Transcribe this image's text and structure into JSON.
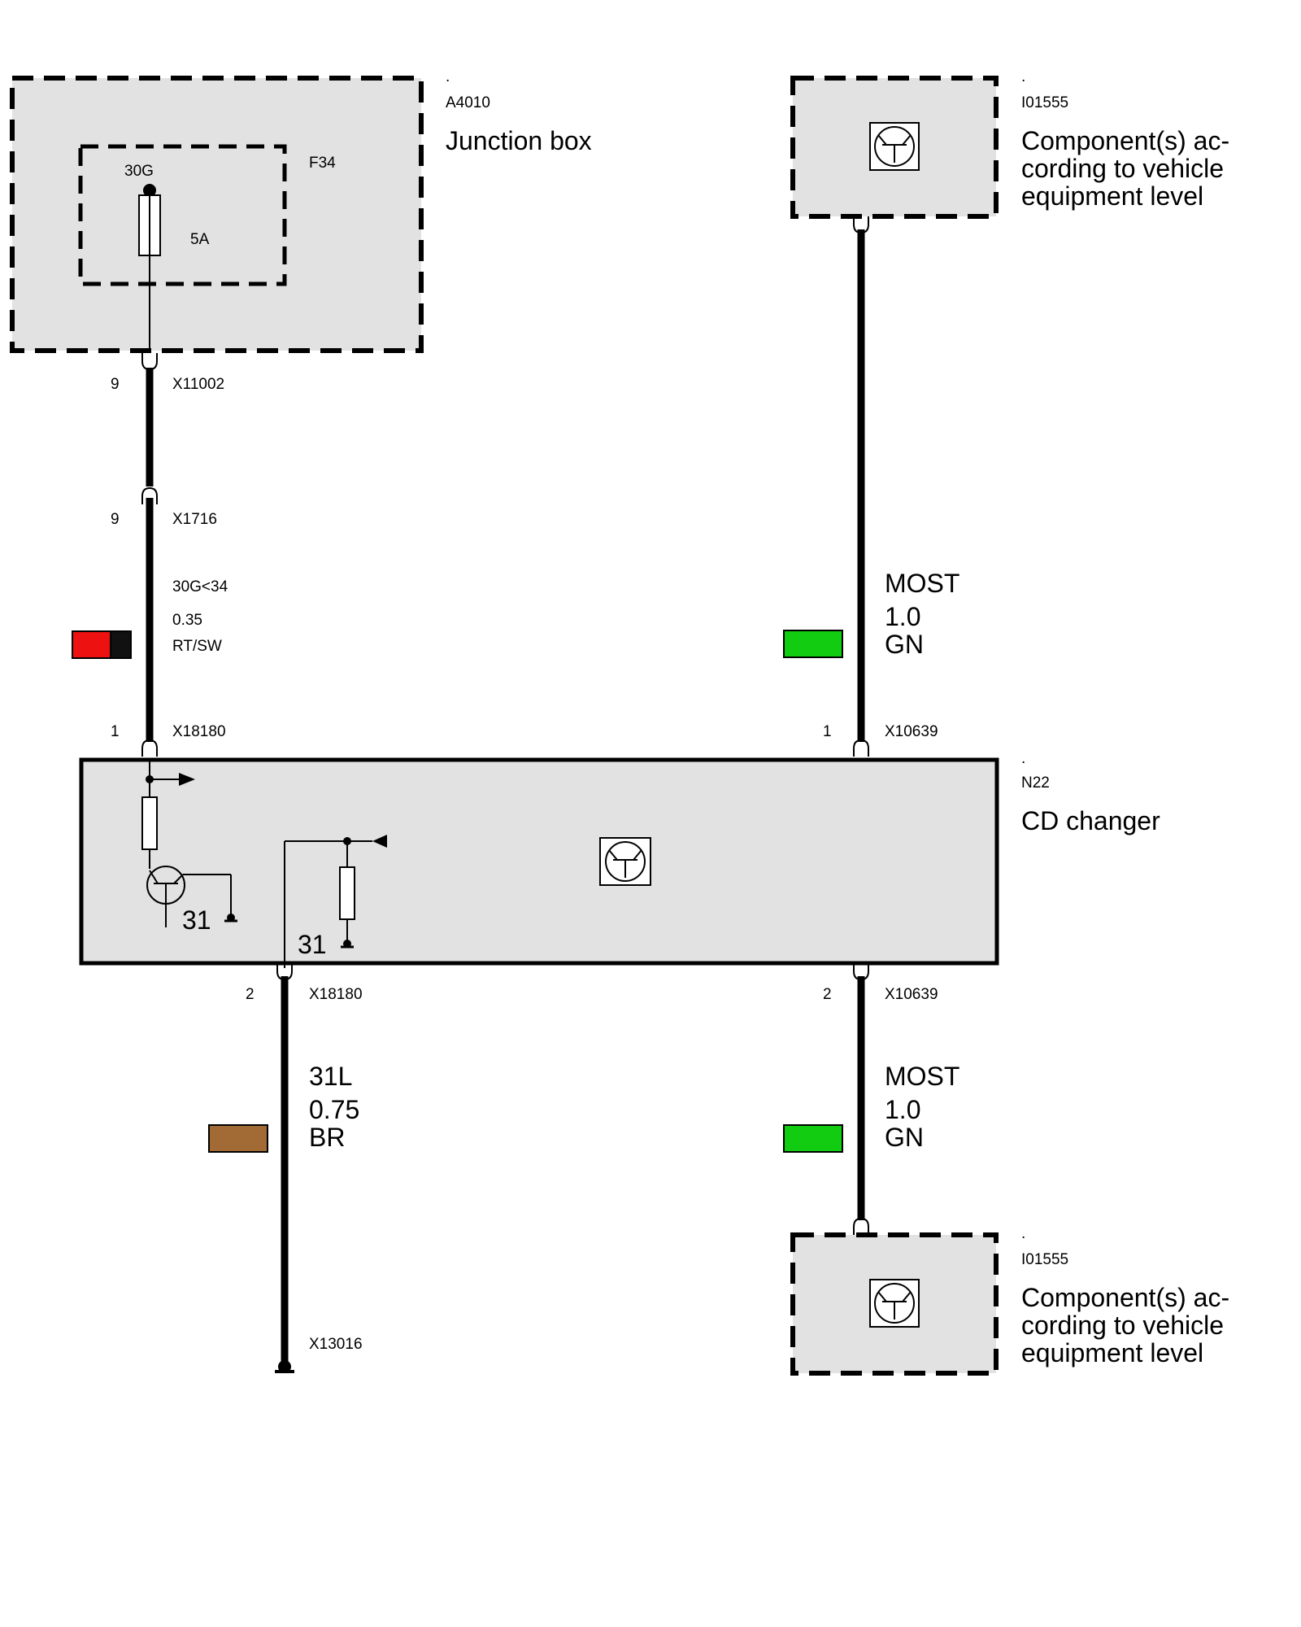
{
  "junction_box": {
    "dot": ".",
    "id": "A4010",
    "name": "Junction box",
    "fuse_id": "F34",
    "fuse_terminal": "30G",
    "fuse_rating": "5A"
  },
  "component_top": {
    "dot": ".",
    "id": "I01555",
    "name_lines": [
      "Component(s) ac-",
      "cording to vehicle",
      "equipment level"
    ]
  },
  "component_bottom": {
    "dot": ".",
    "id": "I01555",
    "name_lines": [
      "Component(s) ac-",
      "cording to vehicle",
      "equipment level"
    ]
  },
  "cd_changer": {
    "dot": ".",
    "id": "N22",
    "name": "CD changer",
    "ground_1": "31",
    "ground_2": "31"
  },
  "connectors": {
    "x11002": {
      "pin": "9",
      "name": "X11002"
    },
    "x1716": {
      "pin": "9",
      "name": "X1716"
    },
    "x18180_in": {
      "pin": "1",
      "name": "X18180"
    },
    "x10639_in": {
      "pin": "1",
      "name": "X10639"
    },
    "x18180_out": {
      "pin": "2",
      "name": "X18180"
    },
    "x10639_out": {
      "pin": "2",
      "name": "X10639"
    },
    "x13016": {
      "name": "X13016"
    }
  },
  "wires": {
    "power": {
      "signal": "30G<34",
      "gauge": "0.35",
      "color": "RT/SW",
      "swatch": [
        "#ee1111",
        "#111111"
      ]
    },
    "most_top": {
      "signal": "MOST",
      "gauge": "1.0",
      "color": "GN",
      "swatch": [
        "#11cc11"
      ]
    },
    "ground": {
      "signal": "31L",
      "gauge": "0.75",
      "color": "BR",
      "swatch": [
        "#a26a34"
      ]
    },
    "most_bottom": {
      "signal": "MOST",
      "gauge": "1.0",
      "color": "GN",
      "swatch": [
        "#11cc11"
      ]
    }
  }
}
